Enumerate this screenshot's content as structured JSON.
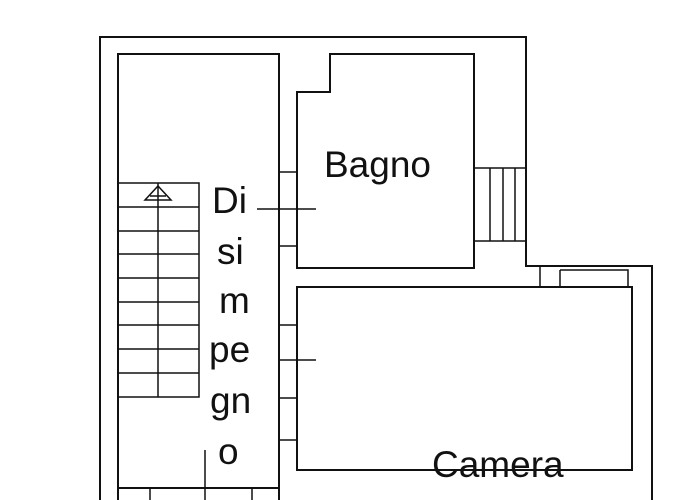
{
  "rooms": {
    "bagno": "Bagno",
    "camera": "Camera",
    "disimpegno_lines": [
      "Di",
      "si",
      "m",
      "pe",
      "gn",
      "o"
    ]
  },
  "colors": {
    "wall": "#111111",
    "background": "#ffffff"
  }
}
